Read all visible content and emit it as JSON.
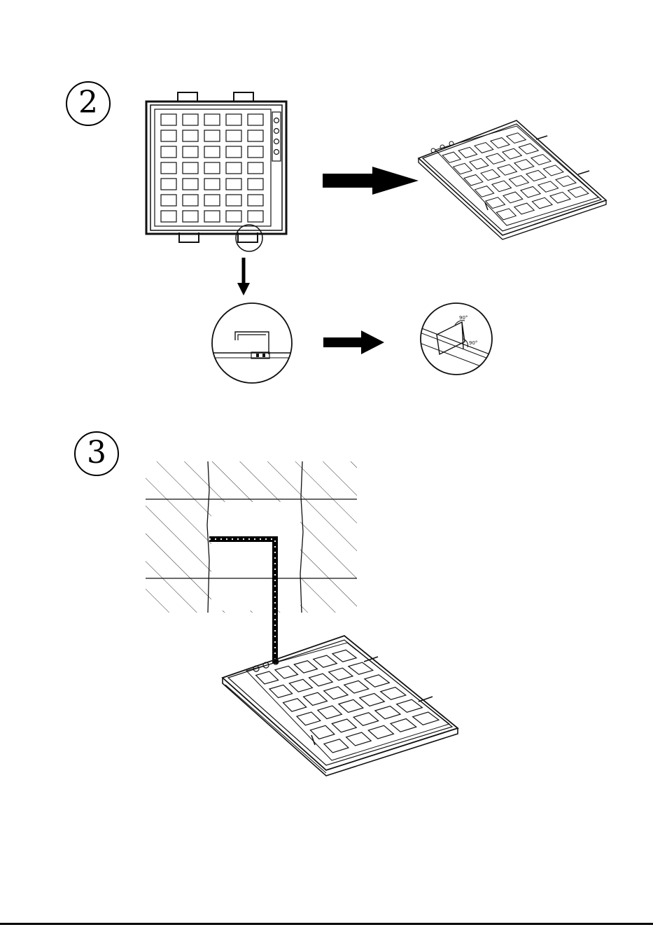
{
  "steps": [
    {
      "number": "2"
    },
    {
      "number": "3"
    }
  ],
  "angle_labels": [
    "90°",
    "90°"
  ],
  "colors": {
    "ink": "#111111",
    "paper": "#ffffff"
  },
  "step2_panel": {
    "grid_cols": 5,
    "grid_rows": 7
  },
  "icons": [
    "arrow-right-icon",
    "arrow-down-icon",
    "detail-magnifier-circle-icon",
    "led-panel-icon",
    "ceiling-grid-icon",
    "power-cable-icon"
  ]
}
